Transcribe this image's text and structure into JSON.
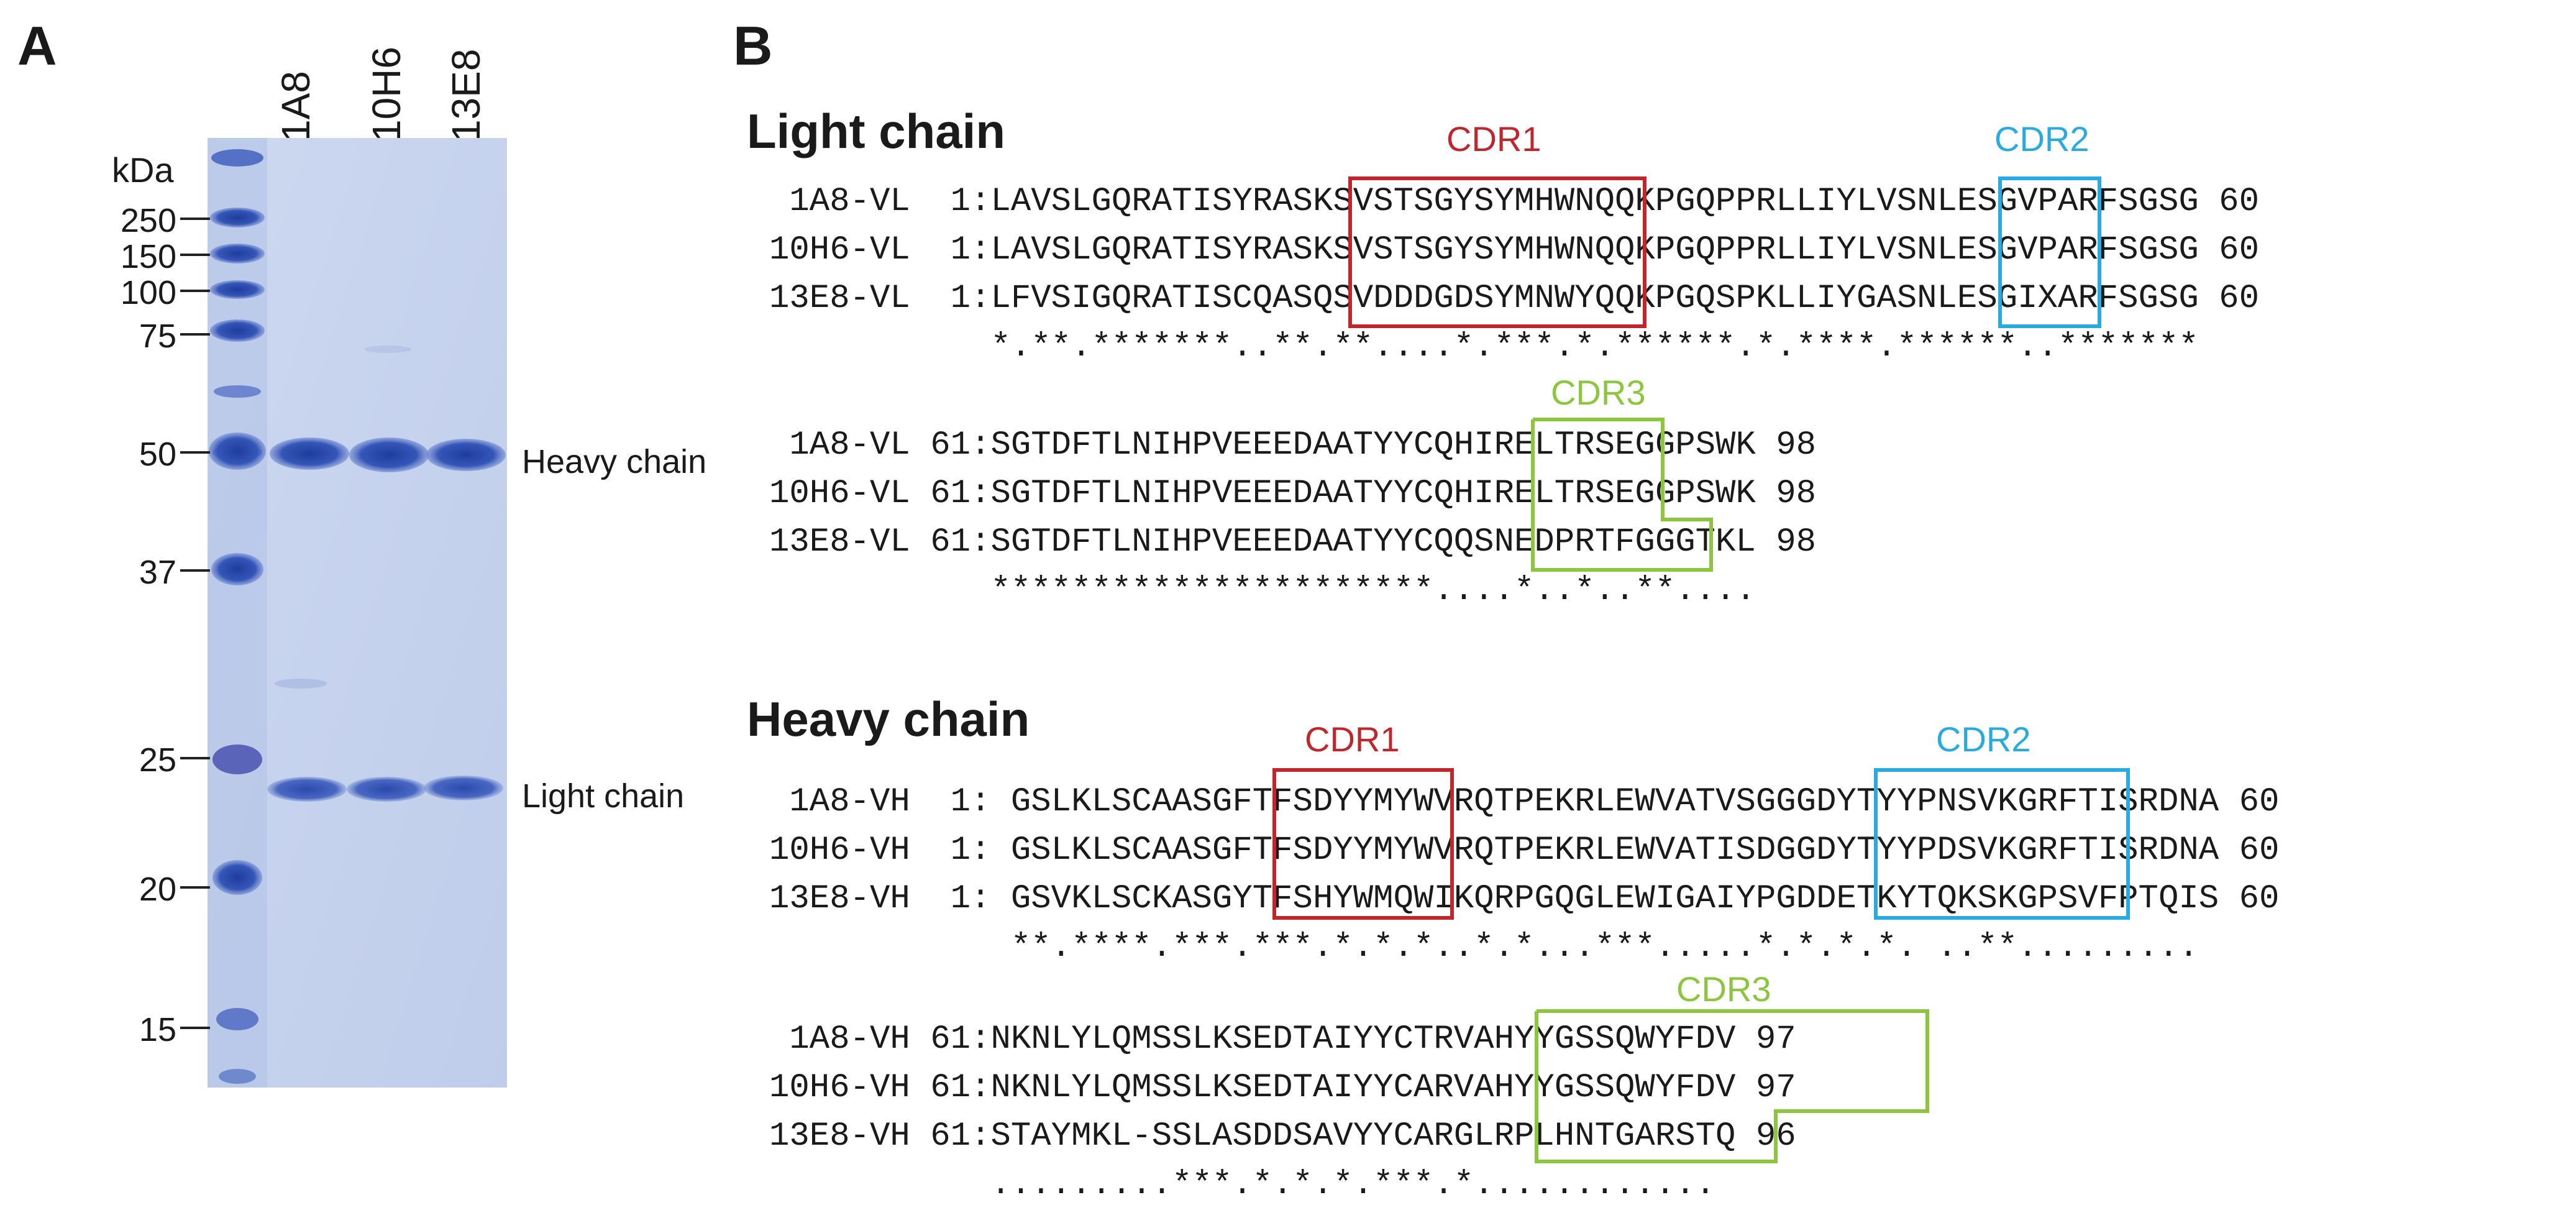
{
  "panels": {
    "a": "A",
    "b": "B"
  },
  "gel": {
    "kda_label": "kDa",
    "lanes": [
      "1A8",
      "10H6",
      "13E8"
    ],
    "markers": [
      "250",
      "150",
      "100",
      "75",
      "50",
      "37",
      "25",
      "20",
      "15"
    ],
    "bands": {
      "heavy": "Heavy chain",
      "light": "Light chain"
    }
  },
  "colors": {
    "cdr1": "#c0272d",
    "cdr2": "#29abe2",
    "cdr3": "#8cc63f",
    "gel_bg": "#c6d3ee",
    "band": "#2f4fb0"
  },
  "light_chain": {
    "title": "Light chain",
    "cdr_labels": {
      "cdr1": "CDR1",
      "cdr2": "CDR2",
      "cdr3": "CDR3"
    },
    "block1": [
      " 1A8-VL  1:LAVSLGQRATISYRASKSVSTSGYSYMHWNQQKPGQPPRLLIYLVSNLESGVPARFSGSG 60",
      "10H6-VL  1:LAVSLGQRATISYRASKSVSTSGYSYMHWNQQKPGQPPRLLIYLVSNLESGVPARFSGSG 60",
      "13E8-VL  1:LFVSIGQRATISCQASQSVDDDGDSYMNWYQQKPGQSPKLLIYGASNLESGIXARFSGSG 60",
      "           *.**.*******..**.**....*.***.*.******.*.****.******..*******"
    ],
    "block2": [
      " 1A8-VL 61:SGTDFTLNIHPVEEEDAATYYCQHIRELTRSEGGPSWK 98",
      "10H6-VL 61:SGTDFTLNIHPVEEEDAATYYCQHIRELTRSEGGPSWK 98",
      "13E8-VL 61:SGTDFTLNIHPVEEEDAATYYCQQSNEDPRTFGGGTKL 98",
      "           **********************....*..*..**...."
    ]
  },
  "heavy_chain": {
    "title": "Heavy chain",
    "cdr_labels": {
      "cdr1": "CDR1",
      "cdr2": "CDR2",
      "cdr3": "CDR3"
    },
    "block1": [
      " 1A8-VH  1: GSLKLSCAASGFTFSDYYMYWVRQTPEKRLEWVATVSGGGDYTYYPNSVKGRFTISRDNA 60",
      "10H6-VH  1: GSLKLSCAASGFTFSDYYMYWVRQTPEKRLEWVATISDGGDYTYYPDSVKGRFTISRDNA 60",
      "13E8-VH  1: GSVKLSCKASGYTFSHYWMQWIKQRPGQGLEWIGAIYPGDDETKYTQKSKGPSVFPTQIS 60",
      "            **.****.***.***.*.*.*..*.*...***.....*.*.*.*. ..**........."
    ],
    "block2": [
      " 1A8-VH 61:NKNLYLQMSSLKSEDTAIYYCTRVAHYYGSSQWYFDV 97",
      "10H6-VH 61:NKNLYLQMSSLKSEDTAIYYCARVAHYYGSSQWYFDV 97",
      "13E8-VH 61:STAYMKL-SSLASDDSAVYYCARGLRPLHNTGARSTQ 96",
      "           .........***.*.*.*.***.*............"
    ]
  }
}
